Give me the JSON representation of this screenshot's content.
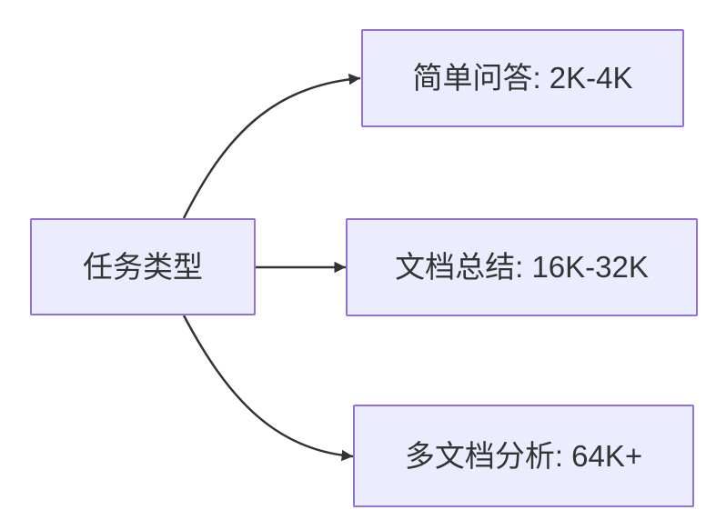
{
  "diagram": {
    "root": {
      "label": "任务类型"
    },
    "branches": [
      {
        "label": "简单问答: 2K-4K"
      },
      {
        "label": "文档总结: 16K-32K"
      },
      {
        "label": "多文档分析: 64K+"
      }
    ],
    "colors": {
      "node_fill": "#ECECFF",
      "node_border": "#9370DB",
      "edge": "#333333",
      "text": "#333333",
      "background": "#FFFFFF"
    }
  }
}
